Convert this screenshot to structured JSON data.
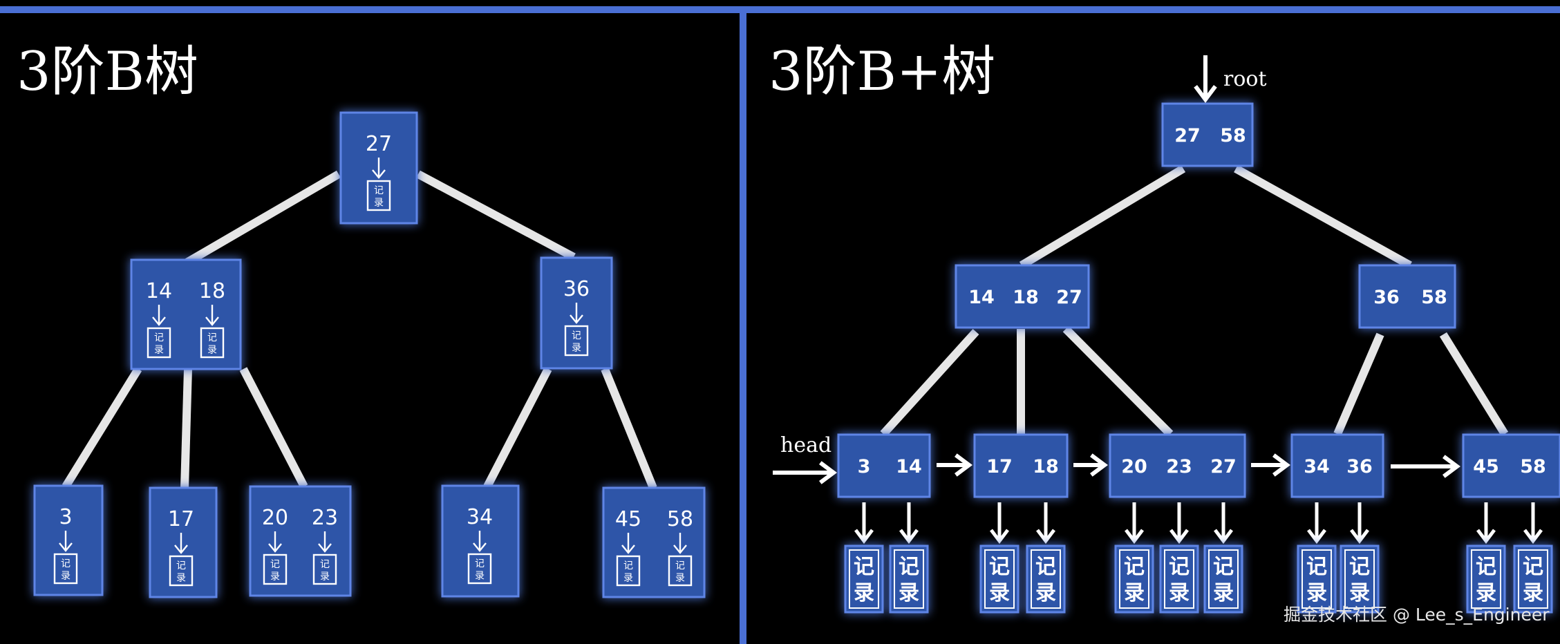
{
  "left_panel": {
    "title": "3阶B树",
    "root": {
      "keys": [
        "27"
      ],
      "records": [
        "记录"
      ]
    },
    "level1": [
      {
        "keys": [
          "14",
          "18"
        ],
        "records": [
          "记录",
          "记录"
        ]
      },
      {
        "keys": [
          "36"
        ],
        "records": [
          "记录"
        ]
      }
    ],
    "leaves": [
      {
        "keys": [
          "3"
        ],
        "records": [
          "记录"
        ]
      },
      {
        "keys": [
          "17"
        ],
        "records": [
          "记录"
        ]
      },
      {
        "keys": [
          "20",
          "23"
        ],
        "records": [
          "记录",
          "记录"
        ]
      },
      {
        "keys": [
          "34"
        ],
        "records": [
          "记录"
        ]
      },
      {
        "keys": [
          "45",
          "58"
        ],
        "records": [
          "记录",
          "记录"
        ]
      }
    ]
  },
  "right_panel": {
    "title": "3阶B+树",
    "root_label": "root",
    "head_label": "head",
    "root": {
      "keys": [
        "27",
        "58"
      ]
    },
    "level1": [
      {
        "keys": [
          "14",
          "18",
          "27"
        ]
      },
      {
        "keys": [
          "36",
          "58"
        ]
      }
    ],
    "leaves": [
      {
        "keys": [
          "3",
          "14"
        ],
        "records": [
          "记录",
          "记录"
        ]
      },
      {
        "keys": [
          "17",
          "18"
        ],
        "records": [
          "记录",
          "记录"
        ]
      },
      {
        "keys": [
          "20",
          "23",
          "27"
        ],
        "records": [
          "记录",
          "记录",
          "记录"
        ]
      },
      {
        "keys": [
          "34",
          "36"
        ],
        "records": [
          "记录",
          "记录"
        ]
      },
      {
        "keys": [
          "45",
          "58"
        ],
        "records": [
          "记录",
          "记录"
        ]
      }
    ]
  },
  "watermark": "掘金技术社区 @ Lee_s_Engineer",
  "colors": {
    "background": "#000000",
    "frame": "#4a6fd4",
    "node_fill": "#2f55a8",
    "node_glow": "#5f85e6",
    "edge": "#e6e6e6"
  }
}
